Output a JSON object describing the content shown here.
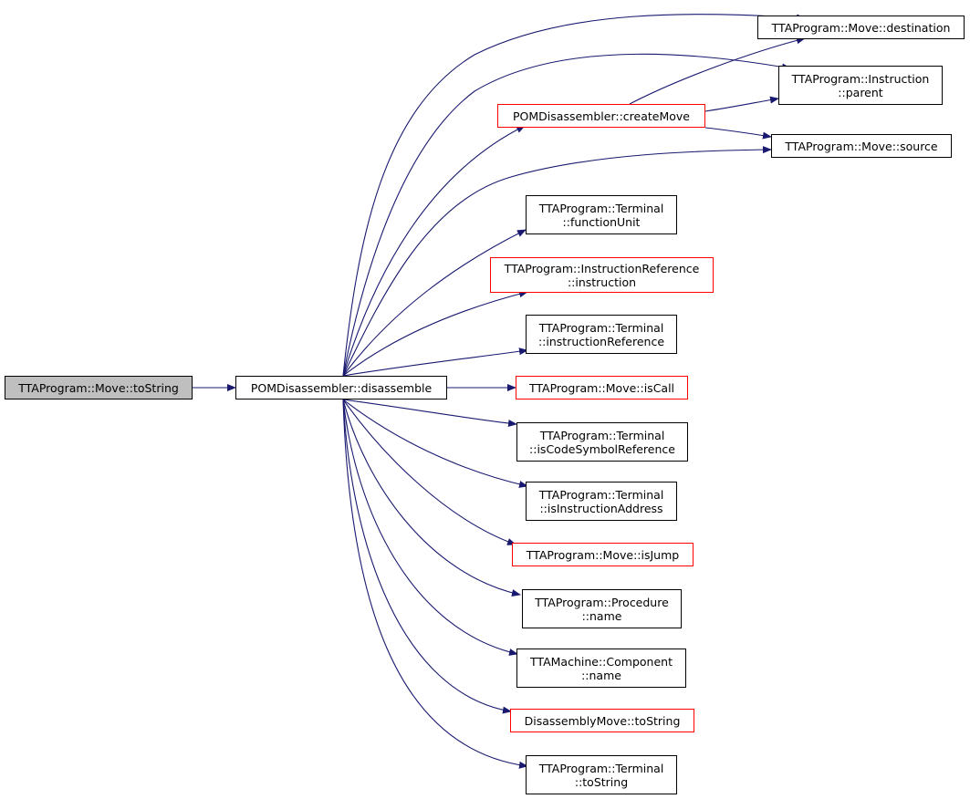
{
  "colors": {
    "edge": "#191970",
    "node_border": "#000000",
    "node_border_truncated": "#ff0000",
    "root_fill": "#bfbfbf",
    "node_fill": "#ffffff"
  },
  "nodes": [
    {
      "id": "root",
      "lines": [
        "TTAProgram::Move::toString"
      ],
      "style": "root"
    },
    {
      "id": "disassemble",
      "lines": [
        "POMDisassembler::disassemble"
      ],
      "style": "normal"
    },
    {
      "id": "destination",
      "lines": [
        "TTAProgram::Move::destination"
      ],
      "style": "normal"
    },
    {
      "id": "parent",
      "lines": [
        "TTAProgram::Instruction",
        "::parent"
      ],
      "style": "normal"
    },
    {
      "id": "createMove",
      "lines": [
        "POMDisassembler::createMove"
      ],
      "style": "red"
    },
    {
      "id": "source",
      "lines": [
        "TTAProgram::Move::source"
      ],
      "style": "normal"
    },
    {
      "id": "functionUnit",
      "lines": [
        "TTAProgram::Terminal",
        "::functionUnit"
      ],
      "style": "normal"
    },
    {
      "id": "instruction",
      "lines": [
        "TTAProgram::InstructionReference",
        "::instruction"
      ],
      "style": "red"
    },
    {
      "id": "instructionReference",
      "lines": [
        "TTAProgram::Terminal",
        "::instructionReference"
      ],
      "style": "normal"
    },
    {
      "id": "isCall",
      "lines": [
        "TTAProgram::Move::isCall"
      ],
      "style": "red"
    },
    {
      "id": "isCodeSymbolReference",
      "lines": [
        "TTAProgram::Terminal",
        "::isCodeSymbolReference"
      ],
      "style": "normal"
    },
    {
      "id": "isInstructionAddress",
      "lines": [
        "TTAProgram::Terminal",
        "::isInstructionAddress"
      ],
      "style": "normal"
    },
    {
      "id": "isJump",
      "lines": [
        "TTAProgram::Move::isJump"
      ],
      "style": "red"
    },
    {
      "id": "procName",
      "lines": [
        "TTAProgram::Procedure",
        "::name"
      ],
      "style": "normal"
    },
    {
      "id": "compName",
      "lines": [
        "TTAMachine::Component",
        "::name"
      ],
      "style": "normal"
    },
    {
      "id": "dmToString",
      "lines": [
        "DisassemblyMove::toString"
      ],
      "style": "red"
    },
    {
      "id": "termToString",
      "lines": [
        "TTAProgram::Terminal",
        "::toString"
      ],
      "style": "normal"
    }
  ],
  "edges": [
    {
      "from": "root",
      "to": "disassemble"
    },
    {
      "from": "disassemble",
      "to": "destination"
    },
    {
      "from": "disassemble",
      "to": "parent"
    },
    {
      "from": "disassemble",
      "to": "createMove"
    },
    {
      "from": "disassemble",
      "to": "source"
    },
    {
      "from": "disassemble",
      "to": "functionUnit"
    },
    {
      "from": "disassemble",
      "to": "instruction"
    },
    {
      "from": "disassemble",
      "to": "instructionReference"
    },
    {
      "from": "disassemble",
      "to": "isCall"
    },
    {
      "from": "disassemble",
      "to": "isCodeSymbolReference"
    },
    {
      "from": "disassemble",
      "to": "isInstructionAddress"
    },
    {
      "from": "disassemble",
      "to": "isJump"
    },
    {
      "from": "disassemble",
      "to": "procName"
    },
    {
      "from": "disassemble",
      "to": "compName"
    },
    {
      "from": "disassemble",
      "to": "dmToString"
    },
    {
      "from": "disassemble",
      "to": "termToString"
    },
    {
      "from": "createMove",
      "to": "destination"
    },
    {
      "from": "createMove",
      "to": "parent"
    },
    {
      "from": "createMove",
      "to": "source"
    }
  ]
}
